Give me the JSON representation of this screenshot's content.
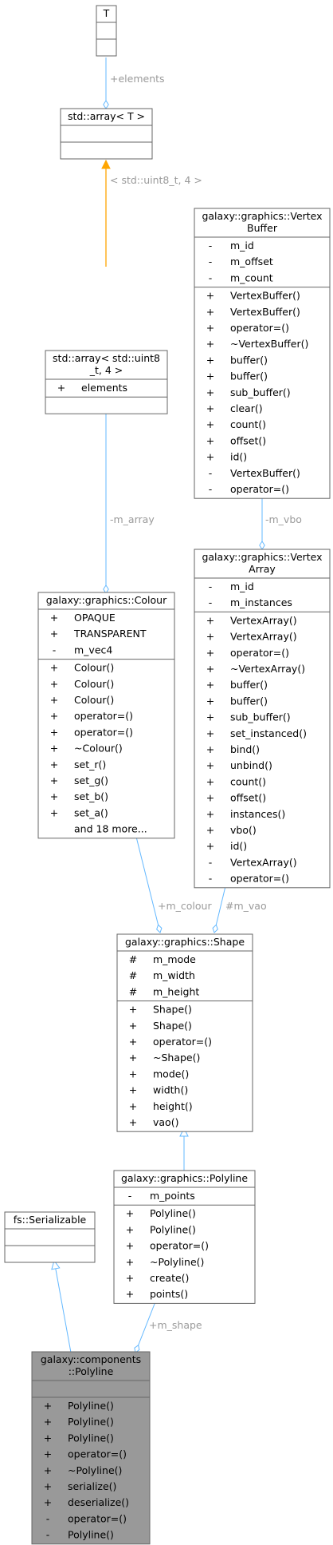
{
  "classes": {
    "T": {
      "title": [
        "T"
      ],
      "attributes": [],
      "methods": []
    },
    "std_array_T": {
      "title": [
        "std::array< T >"
      ],
      "attributes": [],
      "methods": []
    },
    "std_array_uint8": {
      "title": [
        "std::array< std::uint8",
        "_t, 4 >"
      ],
      "attributes": [
        {
          "v": "+",
          "n": "elements"
        }
      ],
      "methods": []
    },
    "vertex_buffer": {
      "title": [
        "galaxy::graphics::Vertex",
        "Buffer"
      ],
      "attributes": [
        {
          "v": "-",
          "n": "m_id"
        },
        {
          "v": "-",
          "n": "m_offset"
        },
        {
          "v": "-",
          "n": "m_count"
        }
      ],
      "methods": [
        {
          "v": "+",
          "n": "VertexBuffer()"
        },
        {
          "v": "+",
          "n": "VertexBuffer()"
        },
        {
          "v": "+",
          "n": "operator=()"
        },
        {
          "v": "+",
          "n": "~VertexBuffer()"
        },
        {
          "v": "+",
          "n": "buffer()"
        },
        {
          "v": "+",
          "n": "buffer()"
        },
        {
          "v": "+",
          "n": "sub_buffer()"
        },
        {
          "v": "+",
          "n": "clear()"
        },
        {
          "v": "+",
          "n": "count()"
        },
        {
          "v": "+",
          "n": "offset()"
        },
        {
          "v": "+",
          "n": "id()"
        },
        {
          "v": "-",
          "n": "VertexBuffer()"
        },
        {
          "v": "-",
          "n": "operator=()"
        }
      ]
    },
    "colour": {
      "title": [
        "galaxy::graphics::Colour"
      ],
      "attributes": [
        {
          "v": "+",
          "n": "OPAQUE"
        },
        {
          "v": "+",
          "n": "TRANSPARENT"
        },
        {
          "v": "-",
          "n": "m_vec4"
        }
      ],
      "methods": [
        {
          "v": "+",
          "n": "Colour()"
        },
        {
          "v": "+",
          "n": "Colour()"
        },
        {
          "v": "+",
          "n": "Colour()"
        },
        {
          "v": "+",
          "n": "operator=()"
        },
        {
          "v": "+",
          "n": "operator=()"
        },
        {
          "v": "+",
          "n": "~Colour()"
        },
        {
          "v": "+",
          "n": "set_r()"
        },
        {
          "v": "+",
          "n": "set_g()"
        },
        {
          "v": "+",
          "n": "set_b()"
        },
        {
          "v": "+",
          "n": "set_a()"
        },
        {
          "v": "",
          "n": "and 18 more..."
        }
      ]
    },
    "vertex_array": {
      "title": [
        "galaxy::graphics::Vertex",
        "Array"
      ],
      "attributes": [
        {
          "v": "-",
          "n": "m_id"
        },
        {
          "v": "-",
          "n": "m_instances"
        }
      ],
      "methods": [
        {
          "v": "+",
          "n": "VertexArray()"
        },
        {
          "v": "+",
          "n": "VertexArray()"
        },
        {
          "v": "+",
          "n": "operator=()"
        },
        {
          "v": "+",
          "n": "~VertexArray()"
        },
        {
          "v": "+",
          "n": "buffer()"
        },
        {
          "v": "+",
          "n": "buffer()"
        },
        {
          "v": "+",
          "n": "sub_buffer()"
        },
        {
          "v": "+",
          "n": "set_instanced()"
        },
        {
          "v": "+",
          "n": "bind()"
        },
        {
          "v": "+",
          "n": "unbind()"
        },
        {
          "v": "+",
          "n": "count()"
        },
        {
          "v": "+",
          "n": "offset()"
        },
        {
          "v": "+",
          "n": "instances()"
        },
        {
          "v": "+",
          "n": "vbo()"
        },
        {
          "v": "+",
          "n": "id()"
        },
        {
          "v": "-",
          "n": "VertexArray()"
        },
        {
          "v": "-",
          "n": "operator=()"
        }
      ]
    },
    "shape": {
      "title": [
        "galaxy::graphics::Shape"
      ],
      "attributes": [
        {
          "v": "#",
          "n": "m_mode"
        },
        {
          "v": "#",
          "n": "m_width"
        },
        {
          "v": "#",
          "n": "m_height"
        }
      ],
      "methods": [
        {
          "v": "+",
          "n": "Shape()"
        },
        {
          "v": "+",
          "n": "Shape()"
        },
        {
          "v": "+",
          "n": "operator=()"
        },
        {
          "v": "+",
          "n": "~Shape()"
        },
        {
          "v": "+",
          "n": "mode()"
        },
        {
          "v": "+",
          "n": "width()"
        },
        {
          "v": "+",
          "n": "height()"
        },
        {
          "v": "+",
          "n": "vao()"
        }
      ]
    },
    "polyline_gfx": {
      "title": [
        "galaxy::graphics::Polyline"
      ],
      "attributes": [
        {
          "v": "-",
          "n": "m_points"
        }
      ],
      "methods": [
        {
          "v": "+",
          "n": "Polyline()"
        },
        {
          "v": "+",
          "n": "Polyline()"
        },
        {
          "v": "+",
          "n": "operator=()"
        },
        {
          "v": "+",
          "n": "~Polyline()"
        },
        {
          "v": "+",
          "n": "create()"
        },
        {
          "v": "+",
          "n": "points()"
        }
      ]
    },
    "serializable": {
      "title": [
        "fs::Serializable"
      ],
      "attributes": [],
      "methods": []
    },
    "components_polyline": {
      "title": [
        "galaxy::components",
        "::Polyline"
      ],
      "attributes": [],
      "methods": [
        {
          "v": "+",
          "n": "Polyline()"
        },
        {
          "v": "+",
          "n": "Polyline()"
        },
        {
          "v": "+",
          "n": "Polyline()"
        },
        {
          "v": "+",
          "n": "operator=()"
        },
        {
          "v": "+",
          "n": "~Polyline()"
        },
        {
          "v": "+",
          "n": "serialize()"
        },
        {
          "v": "+",
          "n": "deserialize()"
        },
        {
          "v": "-",
          "n": "operator=()"
        },
        {
          "v": "-",
          "n": "Polyline()"
        }
      ]
    }
  },
  "edge_labels": {
    "elements": "+elements",
    "template_arg": "< std::uint8_t, 4 >",
    "m_vbo": "-m_vbo",
    "m_array": "-m_array",
    "m_colour": "+m_colour",
    "m_vao": "#m_vao",
    "m_shape": "+m_shape"
  },
  "colors": {
    "edge": "#63b8ff",
    "template_edge": "#ffa500",
    "box_border": "#666666",
    "highlight_fill": "#999999"
  }
}
